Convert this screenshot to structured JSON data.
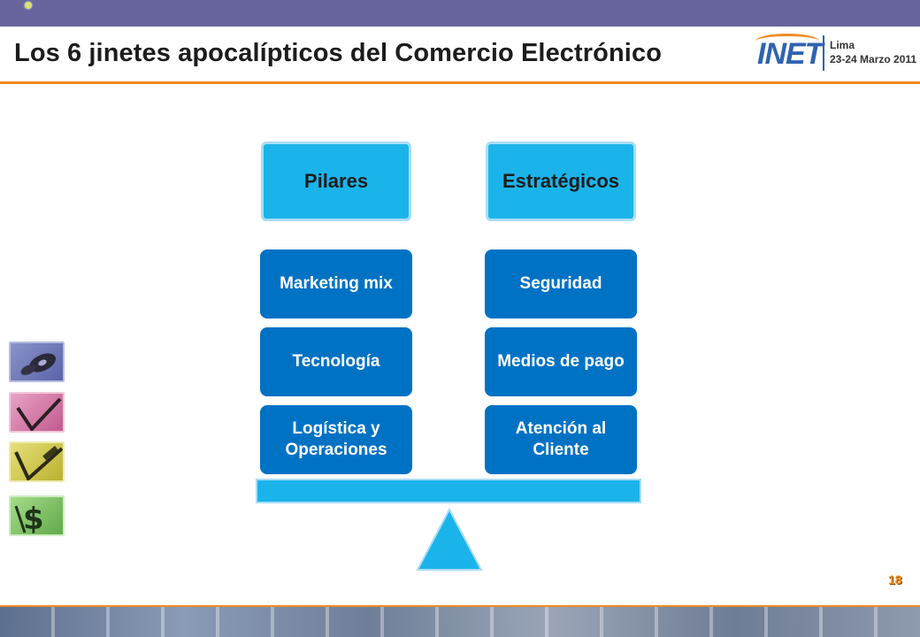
{
  "header": {
    "title": "Los 6 jinetes apocalípticos del Comercio Electrónico",
    "logo_text": "INET",
    "logo_city": "Lima",
    "logo_date": "23-24 Marzo 2011"
  },
  "diagram": {
    "left_heading": "Pilares",
    "right_heading": "Estratégicos",
    "left_items": [
      "Marketing mix",
      "Tecnología",
      "Logística y Operaciones"
    ],
    "right_items": [
      "Seguridad",
      "Medios de pago",
      "Atención al Cliente"
    ]
  },
  "thumbnails": {
    "icons": [
      "cd-disc-icon",
      "checkmark-icon",
      "pen-icon",
      "dollar-icon"
    ]
  },
  "footer": {
    "page_number": "18"
  },
  "colors": {
    "topbar": "#67659c",
    "accent_orange": "#ee8a1e",
    "light_blue": "#1bb4ea",
    "dark_blue": "#0072c4"
  }
}
